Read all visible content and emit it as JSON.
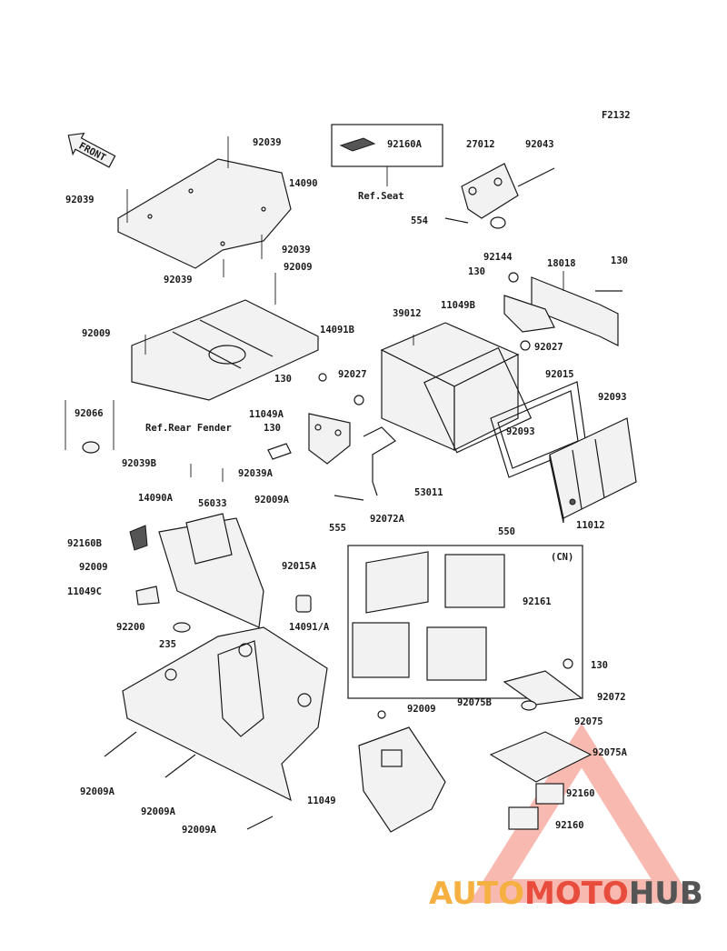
{
  "figure_code": "F2132",
  "front_arrow": "FRONT",
  "cn_group_tag": "(CN)",
  "labels": [
    {
      "id": "p92039a",
      "text": "92039"
    },
    {
      "id": "p14090",
      "text": "14090"
    },
    {
      "id": "p92039b",
      "text": "92039"
    },
    {
      "id": "p92039c",
      "text": "92039"
    },
    {
      "id": "p92039d",
      "text": "92039"
    },
    {
      "id": "p92009a",
      "text": "92009"
    },
    {
      "id": "p14091b",
      "text": "14091B"
    },
    {
      "id": "p92009b",
      "text": "92009"
    },
    {
      "id": "p92160a",
      "text": "92160A"
    },
    {
      "id": "refseat",
      "text": "Ref.Seat"
    },
    {
      "id": "p27012",
      "text": "27012"
    },
    {
      "id": "p92043",
      "text": "92043"
    },
    {
      "id": "p554",
      "text": "554"
    },
    {
      "id": "p92144",
      "text": "92144"
    },
    {
      "id": "p130a",
      "text": "130"
    },
    {
      "id": "p18018",
      "text": "18018"
    },
    {
      "id": "p130b",
      "text": "130"
    },
    {
      "id": "p11049b",
      "text": "11049B"
    },
    {
      "id": "p39012",
      "text": "39012"
    },
    {
      "id": "p92027a",
      "text": "92027"
    },
    {
      "id": "p130c",
      "text": "130"
    },
    {
      "id": "p92027b",
      "text": "92027"
    },
    {
      "id": "p92015",
      "text": "92015"
    },
    {
      "id": "p92093a",
      "text": "92093"
    },
    {
      "id": "p92066",
      "text": "92066"
    },
    {
      "id": "reffender",
      "text": "Ref.Rear Fender"
    },
    {
      "id": "p130d",
      "text": "130"
    },
    {
      "id": "p11049a",
      "text": "11049A"
    },
    {
      "id": "p92093b",
      "text": "92093"
    },
    {
      "id": "p92039bb",
      "text": "92039B"
    },
    {
      "id": "p92039aa",
      "text": "92039A"
    },
    {
      "id": "p53011",
      "text": "53011"
    },
    {
      "id": "p14090a",
      "text": "14090A"
    },
    {
      "id": "p56033",
      "text": "56033"
    },
    {
      "id": "p92009aa",
      "text": "92009A"
    },
    {
      "id": "p555",
      "text": "555"
    },
    {
      "id": "p92072a",
      "text": "92072A"
    },
    {
      "id": "p550",
      "text": "550"
    },
    {
      "id": "p11012",
      "text": "11012"
    },
    {
      "id": "p92160b",
      "text": "92160B"
    },
    {
      "id": "p92009c",
      "text": "92009"
    },
    {
      "id": "p92015a",
      "text": "92015A"
    },
    {
      "id": "p92161",
      "text": "92161"
    },
    {
      "id": "p11049c",
      "text": "11049C"
    },
    {
      "id": "p92200",
      "text": "92200"
    },
    {
      "id": "p14091a",
      "text": "14091/A"
    },
    {
      "id": "p235",
      "text": "235"
    },
    {
      "id": "p130e",
      "text": "130"
    },
    {
      "id": "p92009d",
      "text": "92009"
    },
    {
      "id": "p92075b",
      "text": "92075B"
    },
    {
      "id": "p92072",
      "text": "92072"
    },
    {
      "id": "p92075",
      "text": "92075"
    },
    {
      "id": "p92075a",
      "text": "92075A"
    },
    {
      "id": "p92009ab",
      "text": "92009A"
    },
    {
      "id": "p11049",
      "text": "11049"
    },
    {
      "id": "p92160c",
      "text": "92160"
    },
    {
      "id": "p92009ac",
      "text": "92009A"
    },
    {
      "id": "p92160d",
      "text": "92160"
    },
    {
      "id": "p92009ad",
      "text": "92009A"
    }
  ],
  "watermark": {
    "part1": "AUTO",
    "part2": "MOTO",
    "part3": "HUB",
    "color1": "#f5b041",
    "color2": "#e74c3c",
    "color3": "#555555"
  }
}
